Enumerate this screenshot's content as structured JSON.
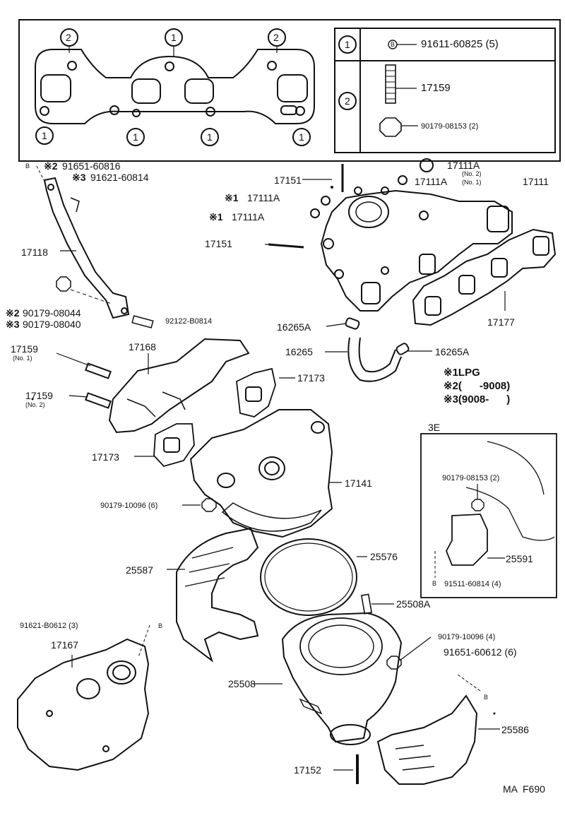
{
  "gasket_callouts": {
    "top": [
      "2",
      "1",
      "2"
    ],
    "bottom": [
      "1",
      "1",
      "1",
      "1"
    ]
  },
  "legend": {
    "row1_num": "1",
    "row1_bolt_mark": "B",
    "row1_text": "91611-60825 (5)",
    "row2_num": "2",
    "row2_stud": "17159",
    "row2_nut": "90179-08153 (2)"
  },
  "parts": {
    "p91651_60816": "91651-60816",
    "p91621_60814": "91621-60814",
    "p17118": "17118",
    "p90179_08044": "90179-08044",
    "p90179_08040": "90179-08040",
    "p92122": "92122-B0814",
    "p17151a": "17151",
    "p17151b": "17151",
    "p17111A_no2": "17111A",
    "no2": "(No. 2)",
    "p17111A_no1": "17111A",
    "no1": "(No. 1)",
    "p17111": "17111",
    "p17111A_m1": "17111A",
    "p17111A_m2": "17111A",
    "p16265A_a": "16265A",
    "p16265": "16265",
    "p16265A_b": "16265A",
    "p17177": "17177",
    "p17159_no1": "17159",
    "no1_small": "(No. 1)",
    "p17159_no2": "17159",
    "no2_small": "(No. 2)",
    "p17168": "17168",
    "p17173a": "17173",
    "p17173b": "17173",
    "p17141": "17141",
    "p90179_10096": "90179-10096 (6)",
    "p25587": "25587",
    "p25576": "25576",
    "p25508A": "25508A",
    "p91621_b0612": "91621-B0612 (3)",
    "p17167": "17167",
    "p90179_10096_4": "90179-10096 (4)",
    "p91651_60612": "91651-60612 (6)",
    "p25508": "25508",
    "p25586": "25586",
    "p17152": "17152"
  },
  "marks": {
    "m2": "※2",
    "m3": "※3",
    "m1": "※1",
    "bolt": "B"
  },
  "notes": {
    "n1": "※1LPG",
    "n2": "※2(      -9008)",
    "n3": "※3(9008-      )"
  },
  "inset": {
    "title": "3E",
    "nut": "90179-08153 (2)",
    "bracket": "25591",
    "bolt": "91511-60814 (4)"
  },
  "footer": "MA  F690"
}
